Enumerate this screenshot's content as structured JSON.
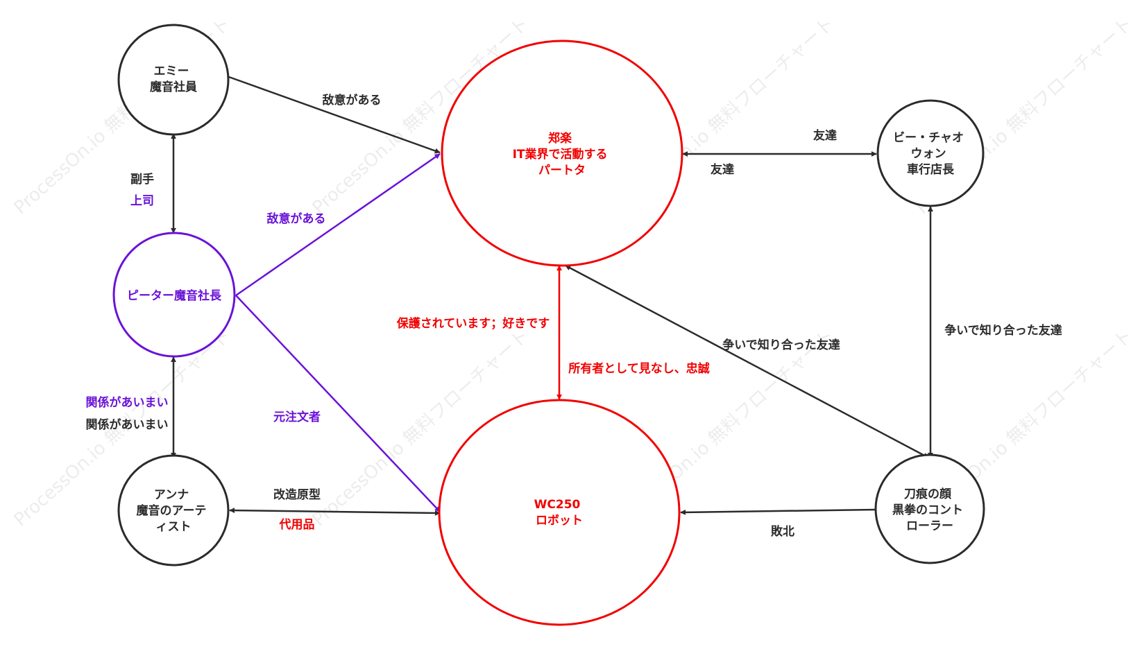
{
  "watermark": "ProcessOn.io 無料フローチャート",
  "colors": {
    "black": "#2b2b2b",
    "red": "#f20000",
    "purple": "#6a12d8"
  },
  "nodes": {
    "amy": {
      "lines": [
        "エミー",
        "魔音社員"
      ]
    },
    "zheng": {
      "lines": [
        "郑楽",
        "IT業界で活動する",
        "パートタ"
      ]
    },
    "bee": {
      "lines": [
        "ビー・チャオ",
        "ウォン",
        "車行店長"
      ]
    },
    "peter": {
      "lines": [
        "ピーター魔音社長"
      ]
    },
    "wc250": {
      "lines": [
        "WC250",
        "ロボット"
      ]
    },
    "anna": {
      "lines": [
        "アンナ",
        "魔音のアーテ",
        "ィスト"
      ]
    },
    "scar": {
      "lines": [
        "刀痕の顔",
        "黒拳のコント",
        "ローラー"
      ]
    }
  },
  "edge_labels": {
    "amy_zheng": "敌意がある",
    "amy_peter_1": "副手",
    "amy_peter_2": "上司",
    "peter_zheng": "敌意がある",
    "peter_wc": "元注文者",
    "peter_anna_1": "関係があいまい",
    "peter_anna_2": "関係があいまい",
    "anna_wc_1": "改造原型",
    "anna_wc_2": "代用品",
    "zheng_wc_1": "保護されています；好きです",
    "zheng_wc_2": "所有者として見なし、忠誠",
    "zheng_bee_1": "友達",
    "zheng_bee_2": "友達",
    "zheng_scar": "争いで知り合った友達",
    "bee_scar": "争いで知り合った友達",
    "scar_wc": "敗北"
  }
}
